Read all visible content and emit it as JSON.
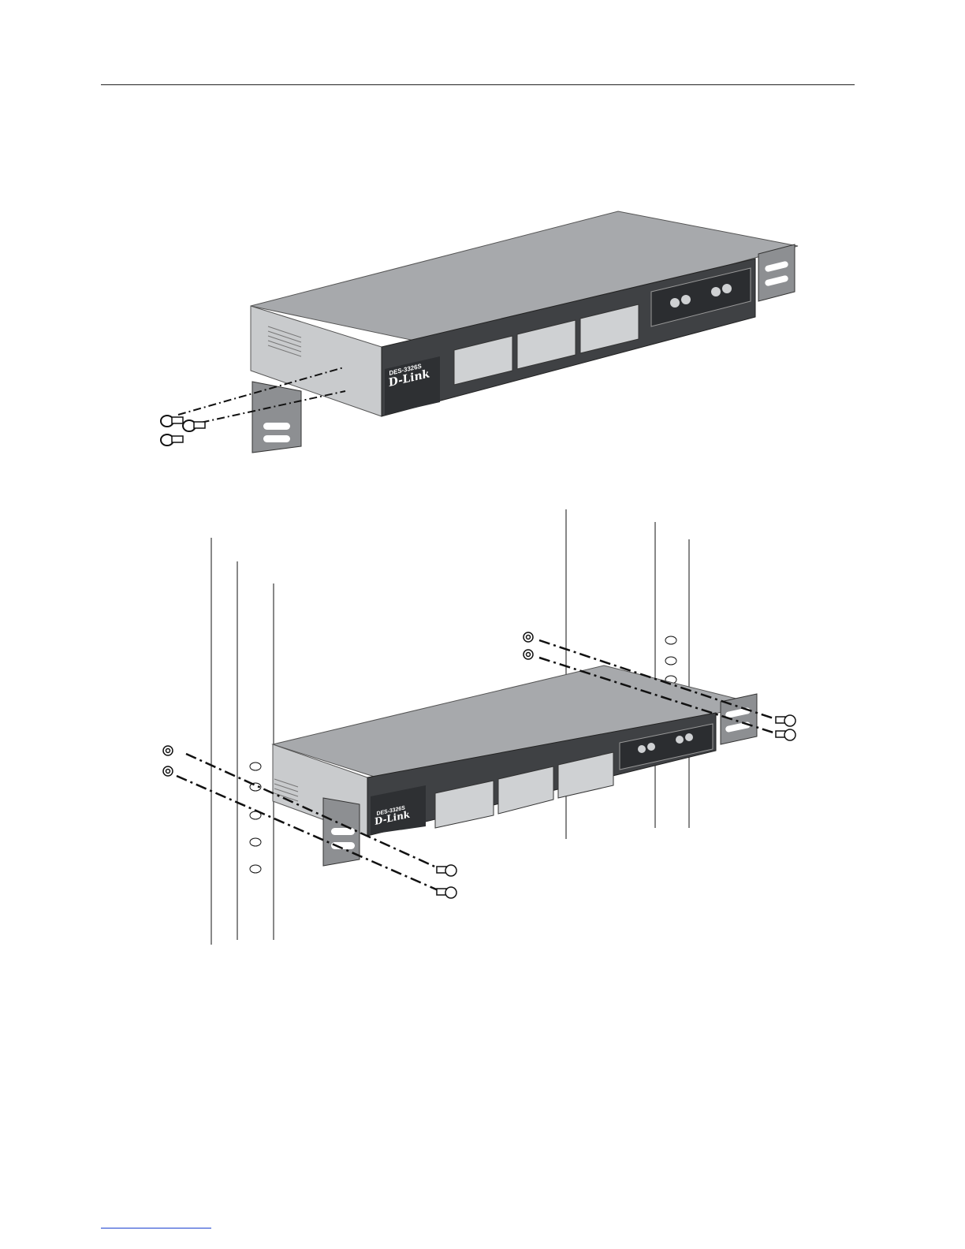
{
  "figures": [
    {
      "id": "bracket-attach",
      "brand_logo": "D-Link",
      "model_label": "DES-3326S"
    },
    {
      "id": "rack-mount",
      "brand_logo": "D-Link",
      "model_label": "DES-3326S"
    }
  ],
  "colors": {
    "chassis_top": "#a7a9ac",
    "chassis_side": "#c4c6c8",
    "front_panel": "#3f4144",
    "bracket": "#8d8f92",
    "port": "#cfd1d3",
    "line": "#111111"
  }
}
